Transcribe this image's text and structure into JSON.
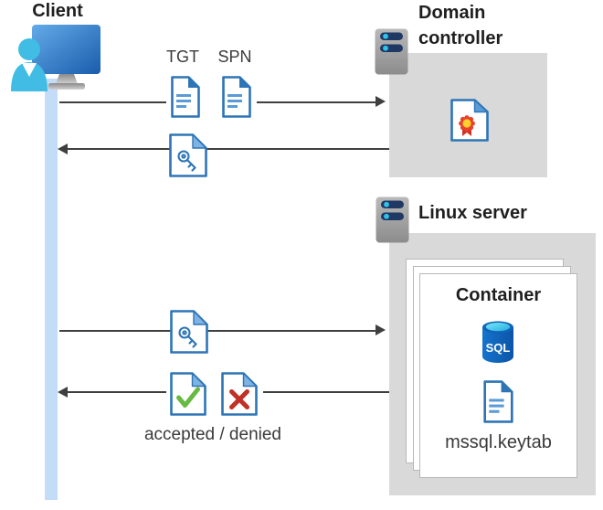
{
  "client": {
    "title": "Client"
  },
  "messages": {
    "tgt_label": "TGT",
    "spn_label": "SPN",
    "result_label": "accepted / denied"
  },
  "domain_controller": {
    "title_line1": "Domain",
    "title_line2": "controller"
  },
  "linux_server": {
    "title": "Linux server"
  },
  "container": {
    "title": "Container",
    "sql_badge": "SQL",
    "keytab_file": "mssql.keytab"
  },
  "icons": {
    "client": "person-at-monitor-icon",
    "domain_controller": "server-icon",
    "linux_server": "server-icon",
    "tgt": "document-icon",
    "spn": "document-icon",
    "ticket": "key-document-icon",
    "certificate": "certificate-document-icon",
    "accepted": "checkmark-document-icon",
    "denied": "x-document-icon",
    "database": "sql-database-icon",
    "keytab": "document-icon"
  },
  "colors": {
    "doc_blue": "#2e75b6",
    "doc_line_blue": "#5b9bd5",
    "fold_light": "#7fb3e3",
    "accept_green": "#68b943",
    "deny_red": "#c03026",
    "arrow_gray": "#3f3f3f",
    "box_gray": "#d9d9d9",
    "lifeline_blue": "#c3dcf7",
    "person_cyan": "#41bce4",
    "pill_navy": "#1f3864",
    "dot_cyan": "#2fc3ea",
    "cert_red": "#e8402a",
    "cert_yellow": "#ffd02e",
    "title_black": "#1f1f1f",
    "label_gray": "#3a3a3a"
  }
}
